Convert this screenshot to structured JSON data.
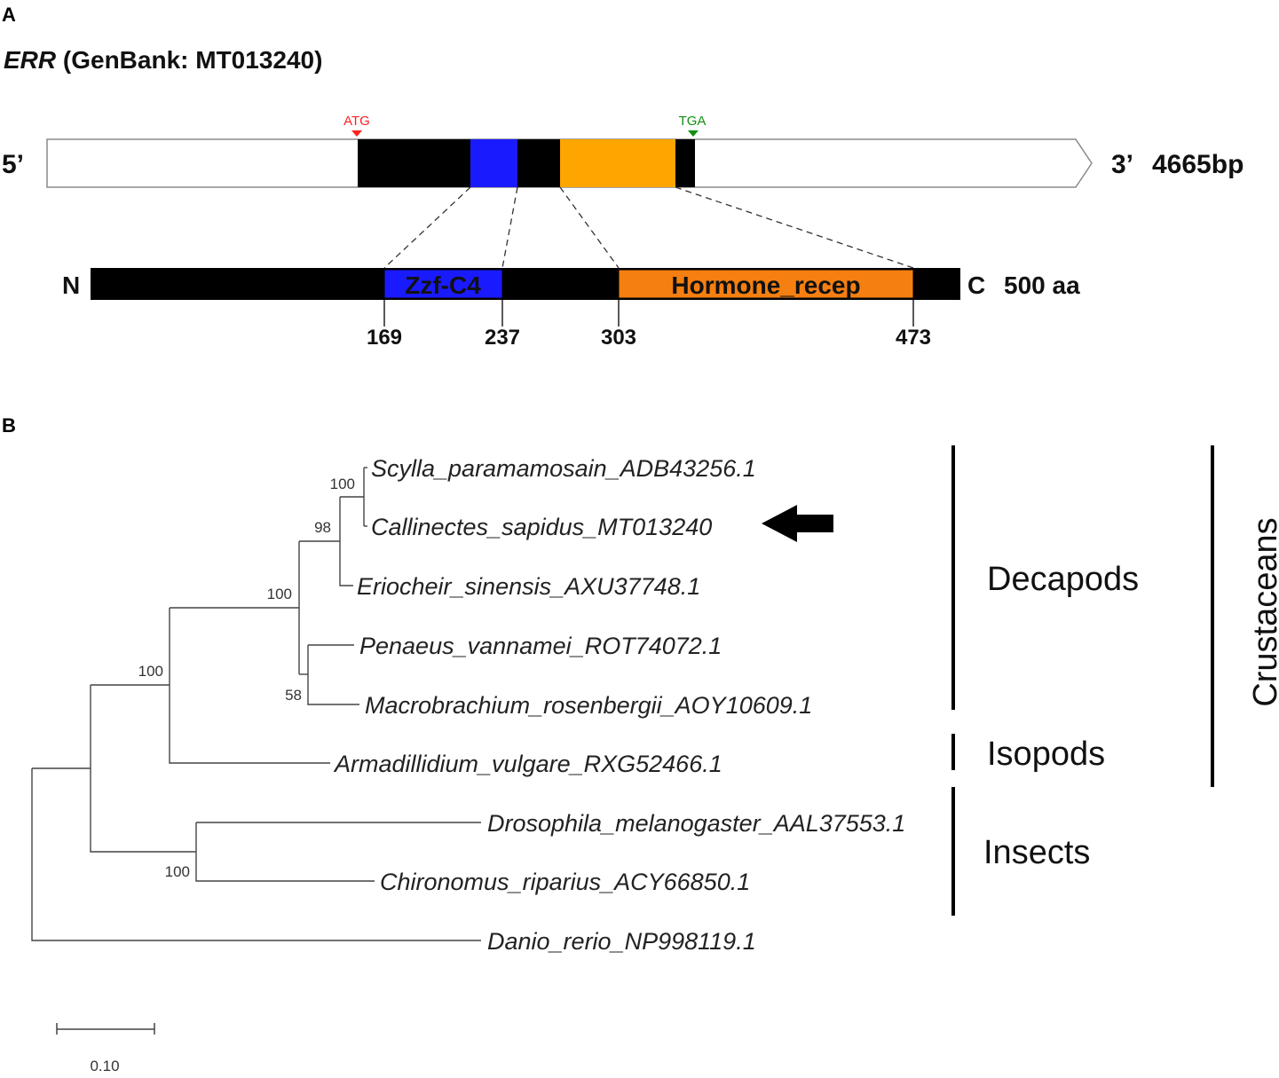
{
  "panel_a": {
    "letter": "A",
    "title_gene": "ERR",
    "title_rest": " (GenBank: MT013240)",
    "start_codon": "ATG",
    "stop_codon": "TGA",
    "five_prime": "5’",
    "three_prime": "3’",
    "mrna_length": "4665bp",
    "n_term": "N",
    "c_term": "C",
    "protein_length": "500 aa",
    "domains": [
      {
        "name": "Zzf-C4",
        "color": "#1a1aff"
      },
      {
        "name": "Hormone_recep",
        "color": "#f57f10"
      }
    ],
    "orf_color": "#000000",
    "mrna_domain_colors": [
      "#1a1aff",
      "#ffa500"
    ],
    "start_color": "#ff2020",
    "stop_color": "#109010",
    "positions": [
      "169",
      "237",
      "303",
      "473"
    ]
  },
  "panel_b": {
    "letter": "B",
    "leaves": [
      "Scylla_paramamosain_ADB43256.1",
      "Callinectes_sapidus_MT013240",
      "Eriocheir_sinensis_AXU37748.1",
      "Penaeus_vannamei_ROT74072.1",
      "Macrobrachium_rosenbergii_AOY10609.1",
      "Armadillidium_vulgare_RXG52466.1",
      "Drosophila_melanogaster_AAL37553.1",
      "Chironomus_riparius_ACY66850.1",
      "Danio_rerio_NP998119.1"
    ],
    "bootstraps": [
      "100",
      "98",
      "100",
      "58",
      "100",
      "100"
    ],
    "groups": [
      "Decapods",
      "Isopods",
      "Insects"
    ],
    "supergroup": "Crustaceans",
    "scale_label": "0.10",
    "arrow_icon": "left-arrow-icon"
  }
}
